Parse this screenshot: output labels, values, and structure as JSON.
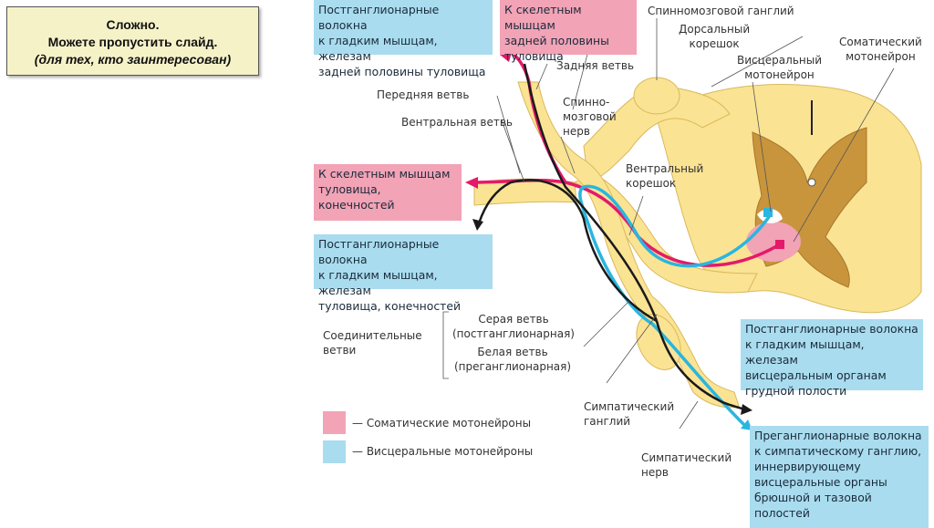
{
  "note": {
    "line1": "Сложно.",
    "line2": "Можете пропустить слайд.",
    "line3": "(для тех, кто заинтересован)"
  },
  "boxes": {
    "post_back": "Постганглионарные волокна\nк гладким мышцам, железам\nзадней половины туловища",
    "skel_back": "К скелетным мышцам\nзадней половины\nтуловища",
    "skel_trunk": "К скелетным мышцам\nтуловища,\nконечностей",
    "post_trunk": "Постганглионарные волокна\nк гладким мышцам, железам\nтуловища, конечностей",
    "post_chest": "Постганглионарные волокна\nк гладким мышцам, железам\nвисцеральным органам\nгрудной полости",
    "pre_abd": "Преганглионарные волокна\nк симпатическому ганглию,\nиннервирующему\nвисцеральные органы\nбрюшной и тазовой\nполостей"
  },
  "labels": {
    "spinal_ganglion": "Спинномозговой ганглий",
    "dorsal_root": "Дорсальный\nкорешок",
    "somatic_neuron": "Соматический\nмотонейрон",
    "visceral_neuron": "Висцеральный\nмотонейрон",
    "posterior_ramus": "Задняя ветвь",
    "anterior_ramus": "Передняя ветвь",
    "spinal_nerve": "Спинно-\nмозговой\nнерв",
    "ventral_ramus": "Вентральная ветвь",
    "ventral_root": "Вентральный\nкорешок",
    "connecting_rami": "Соединительные\nветви",
    "gray_ramus": "Серая ветвь\n(постганглионарная)",
    "white_ramus": "Белая ветвь\n(преганглионарная)",
    "symp_ganglion": "Симпатический\nганглий",
    "symp_nerve": "Симпатический\nнерв"
  },
  "legend": {
    "somatic": "— Соматические мотонейроны",
    "visceral": "— Висцеральные мотонейроны",
    "somatic_color": "#f2a3b6",
    "visceral_color": "#a9dcef"
  },
  "colors": {
    "nerve": "#fbe394",
    "nerve_edge": "#d9b95a",
    "gray_matter": "#c8953d",
    "somatic_fiber": "#e5196a",
    "visceral_fiber": "#29b6e0",
    "black_fiber": "#1a1a1a"
  }
}
